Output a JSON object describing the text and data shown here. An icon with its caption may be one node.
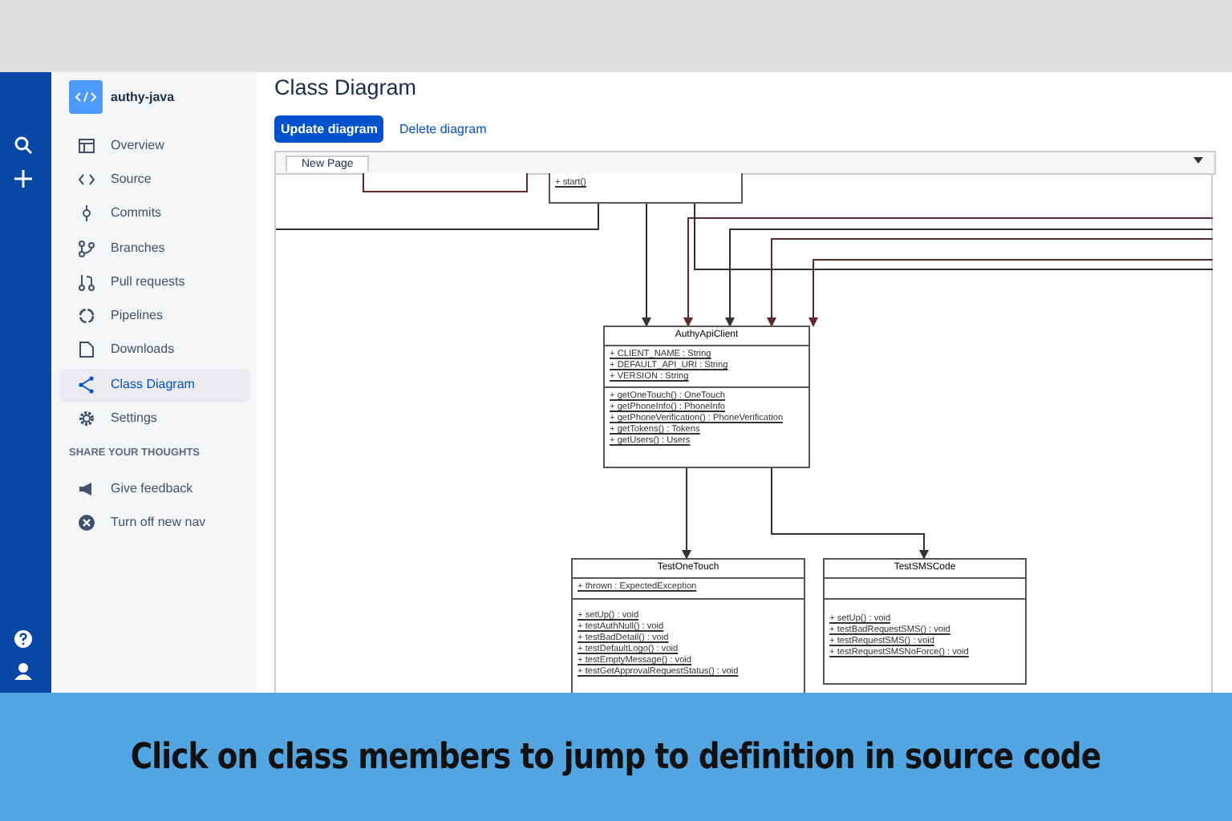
{
  "diagram": {
    "title": "Class Diagram",
    "caption": "Click on class members to jump to definition in source code",
    "nodes": [
      {
        "text": [],
        "shape": "box"
      },
      {
        "text": [
          "+ start()"
        ]
      },
      {
        "text": [
          "AuthyApiClient",
          "+ CLIENT_NAME : String",
          "+ DEFAULT_API_URI : String",
          "+ VERSION : String",
          "+ getOneTouch() : OneTouch",
          "+ getPhoneInfo() : PhoneInfo",
          "+ getPhoneVerification() : PhoneVerification",
          "+ getTokens() : Tokens",
          "+ getUsers() : Users"
        ]
      },
      {
        "text": [
          "TestOneTouch",
          "+ thrown : ExpectedException",
          "+ setUp() : void",
          "+ testAuthNull() : void",
          "+ testBadDetail() : void",
          "+ testDefaultLogo() : void",
          "+ testEmptyMessage() : void",
          "+ testGetApprovalRequestStatus() : void"
        ]
      },
      {
        "text": [
          "TestSMSCode",
          "+ setUp() : void",
          "+ testBadRequestSMS() : void",
          "+ testRequestSMS() : void",
          "+ testRequestSMSNoForce() : void"
        ]
      }
    ],
    "edges": [
      {
        "from": null,
        "to": 1,
        "arrow": "none"
      },
      {
        "from": 1,
        "to": 2,
        "arrow": "to"
      },
      {
        "from": null,
        "to": 2,
        "arrow": "to",
        "color": "#5c2a2a"
      },
      {
        "from": 1,
        "to": null,
        "arrow": "none"
      },
      {
        "from": null,
        "to": 2,
        "arrow": "to"
      },
      {
        "from": null,
        "to": 2,
        "arrow": "to",
        "color": "#5c2a2a"
      },
      {
        "from": null,
        "to": 2,
        "arrow": "to",
        "color": "#5c2a2a"
      },
      {
        "from": 2,
        "to": 3,
        "arrow": "to"
      },
      {
        "from": 2,
        "to": 4,
        "arrow": "to"
      }
    ],
    "labels": [
      "authy-java",
      "Overview",
      "Source",
      "Commits",
      "Branches",
      "Pull requests",
      "Pipelines",
      "Downloads",
      "Class Diagram",
      "Settings",
      "SHARE YOUR THOUGHTS",
      "Give feedback",
      "Turn off new nav",
      "Update diagram",
      "Delete diagram",
      "New Page"
    ]
  }
}
